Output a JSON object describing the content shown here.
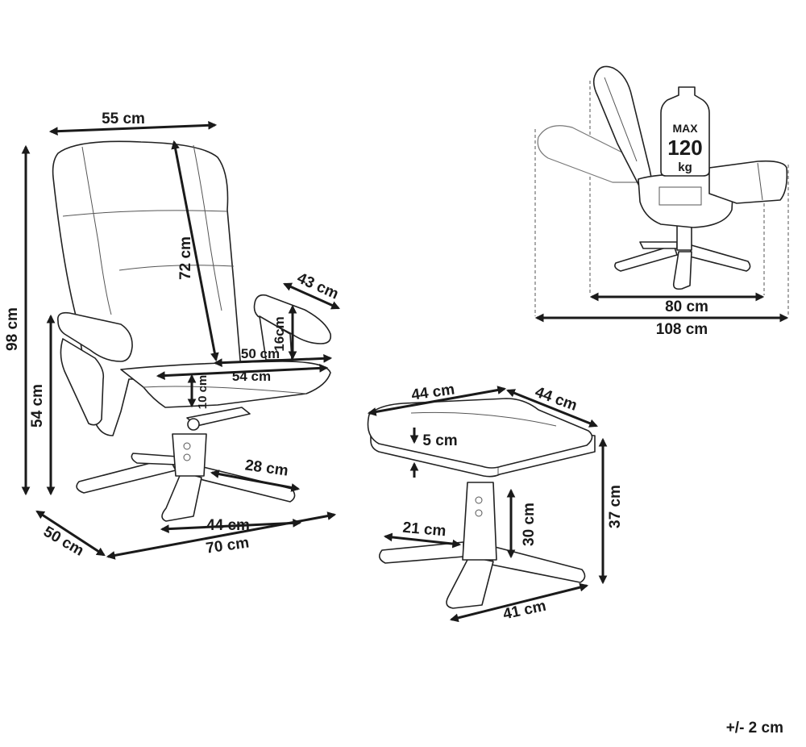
{
  "chair": {
    "width": "55 cm",
    "backrest_height": "72 cm",
    "total_height": "98 cm",
    "armrest_height": "54 cm",
    "armrest_length": "43 cm",
    "armrest_above_seat": "16cm",
    "seat_depth": "50 cm",
    "seat_width": "54 cm",
    "seat_thickness": "10 cm",
    "base_arm": "28 cm",
    "base_width": "44 cm",
    "depth": "50 cm",
    "total_width": "70 cm"
  },
  "ottoman": {
    "width": "44 cm",
    "depth": "44 cm",
    "cushion": "5 cm",
    "height": "37 cm",
    "column": "30 cm",
    "base_arm": "21 cm",
    "base_width": "41 cm"
  },
  "recline": {
    "load_label": "MAX",
    "load_value": "120",
    "load_unit": "kg",
    "upright_depth": "80 cm",
    "reclined_depth": "108 cm"
  },
  "tolerance": "+/- 2 cm"
}
